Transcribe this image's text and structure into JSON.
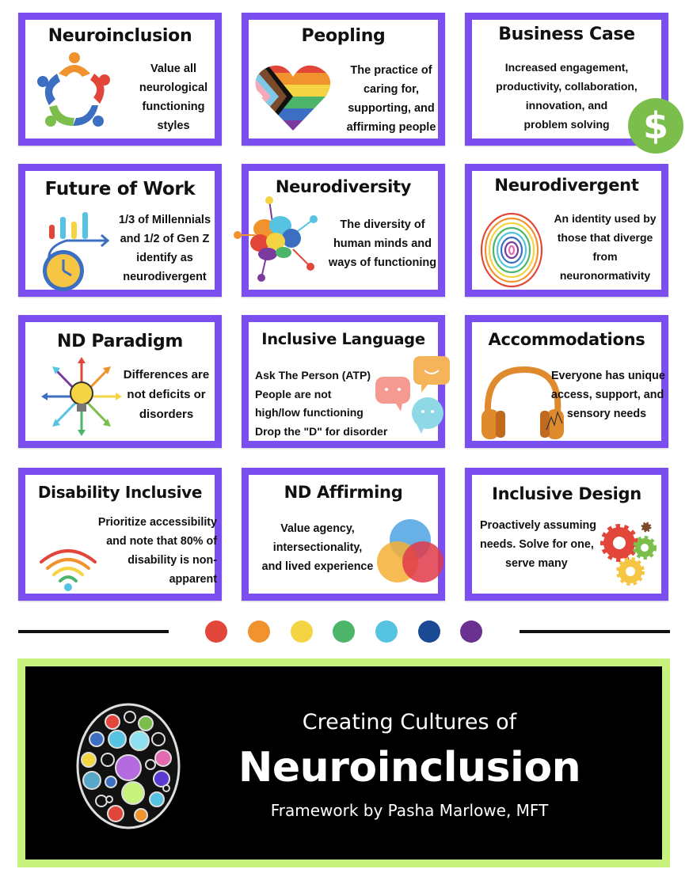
{
  "cards": [
    {
      "title": "Neuroinclusion",
      "body": [
        "Value all",
        "neurological",
        "functioning",
        "styles"
      ],
      "icon": "people-circle-icon"
    },
    {
      "title": "Peopling",
      "body": [
        "The practice of",
        "caring for,",
        "supporting, and",
        "affirming people"
      ],
      "icon": "pride-heart-icon"
    },
    {
      "title": "Business Case",
      "body": [
        "Increased engagement,",
        "productivity, collaboration,",
        "innovation, and",
        "problem solving"
      ],
      "icon": "dollar-icon"
    },
    {
      "title": "Future of Work",
      "body": [
        "1/3 of Millennials",
        "and 1/2 of Gen Z",
        "identify as",
        "neurodivergent"
      ],
      "icon": "clock-chart-icon"
    },
    {
      "title": "Neurodiversity",
      "body": [
        "The diversity of",
        "human minds and",
        "ways of functioning"
      ],
      "icon": "brain-icon"
    },
    {
      "title": "Neurodivergent",
      "body": [
        "An identity used by",
        "those that diverge",
        "from",
        "neuronormativity"
      ],
      "icon": "fingerprint-icon"
    },
    {
      "title": "ND Paradigm",
      "body": [
        "Differences are",
        "not deficits or",
        "disorders"
      ],
      "icon": "lightbulb-arrows-icon"
    },
    {
      "title": "Inclusive Language",
      "body": [
        "Ask The Person (ATP)",
        "People are not",
        "high/low functioning",
        "Drop the \"D\" for disorder"
      ],
      "icon": "speech-bubbles-icon"
    },
    {
      "title": "Accommodations",
      "body": [
        "Everyone has unique",
        "access, support, and",
        "sensory needs"
      ],
      "icon": "headphones-icon"
    },
    {
      "title": "Disability Inclusive",
      "body": [
        "Prioritize accessibility",
        "and note that 80% of",
        "disability is non-",
        "apparent"
      ],
      "icon": "rainbow-wifi-icon"
    },
    {
      "title": "ND Affirming",
      "body": [
        "Value agency,",
        "intersectionality,",
        "and lived experience"
      ],
      "icon": "venn-icon"
    },
    {
      "title": "Inclusive Design",
      "body": [
        "Proactively assuming",
        "needs. Solve for one,",
        "serve many"
      ],
      "icon": "gears-icon"
    }
  ],
  "dot_colors": [
    "#E2463A",
    "#F0922E",
    "#F5D443",
    "#4DB56A",
    "#57C3E3",
    "#1B4A94",
    "#6B3190"
  ],
  "banner": {
    "line1": "Creating Cultures of",
    "line2": "Neuroinclusion",
    "line3": "Framework by Pasha Marlowe, MFT"
  },
  "colors": {
    "card_border": "#7B4EEF",
    "banner_border": "#C8F27E",
    "banner_bg": "#000000"
  }
}
